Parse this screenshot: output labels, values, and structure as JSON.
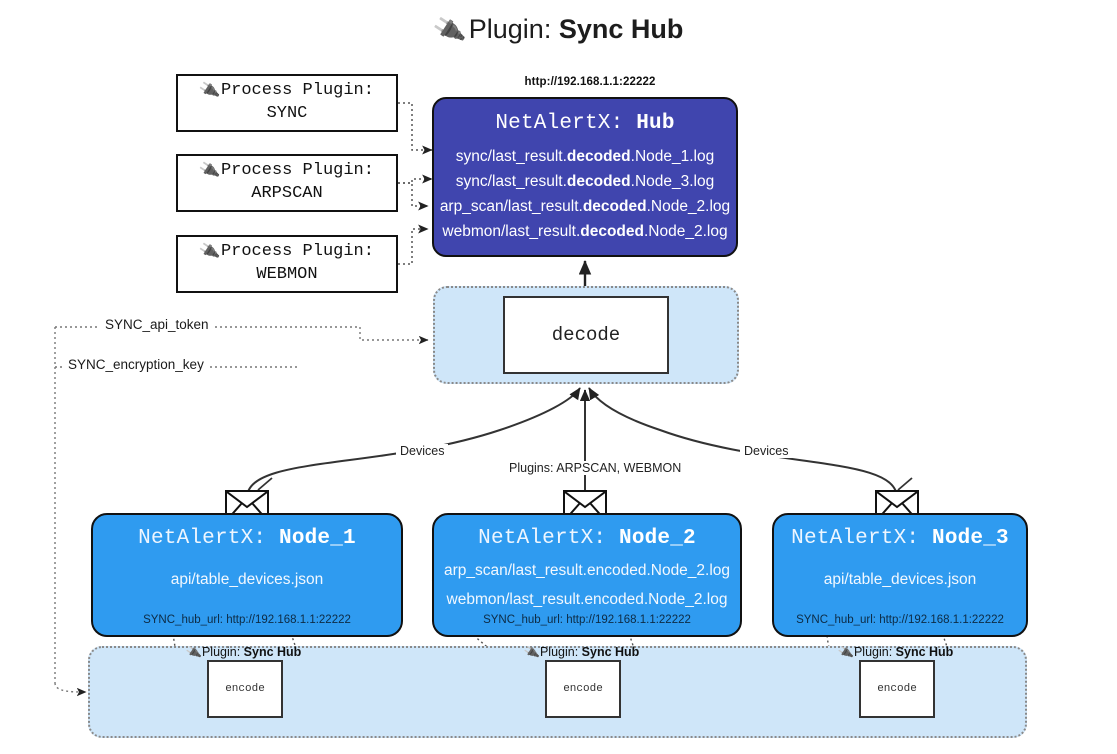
{
  "title": {
    "icon": "plug-icon",
    "prefix": "Plugin:",
    "name": "Sync Hub"
  },
  "process_plugins": [
    {
      "icon": "plug-icon",
      "heading": "Process Plugin:",
      "name": "SYNC"
    },
    {
      "icon": "plug-icon",
      "heading": "Process Plugin:",
      "name": "ARPSCAN"
    },
    {
      "icon": "plug-icon",
      "heading": "Process Plugin:",
      "name": "WEBMON"
    }
  ],
  "hub": {
    "url": "http://192.168.1.1:22222",
    "app": "NetAlertX:",
    "name": "Hub",
    "logs": [
      {
        "pre": "sync/last_result.",
        "mid": "decoded",
        "post": ".Node_1.log"
      },
      {
        "pre": "sync/last_result.",
        "mid": "decoded",
        "post": ".Node_3.log"
      },
      {
        "pre": "arp_scan/last_result.",
        "mid": "decoded",
        "post": ".Node_2.log"
      },
      {
        "pre": "webmon/last_result.",
        "mid": "decoded",
        "post": ".Node_2.log"
      }
    ]
  },
  "decode": {
    "label": "decode"
  },
  "edge_labels": {
    "devices_left": "Devices",
    "plugins_center": "Plugins: ARPSCAN, WEBMON",
    "devices_right": "Devices"
  },
  "keys": {
    "api_token": "SYNC_api_token",
    "encryption_key": "SYNC_encryption_key"
  },
  "nodes": [
    {
      "app": "NetAlertX:",
      "name": "Node_1",
      "lines": [
        "api/table_devices.json"
      ],
      "hub_url_label": "SYNC_hub_url:",
      "hub_url": "http://192.168.1.1:22222",
      "icon": "envelope-icon"
    },
    {
      "app": "NetAlertX:",
      "name": "Node_2",
      "lines": [
        "arp_scan/last_result.encoded.Node_2.log",
        "webmon/last_result.encoded.Node_2.log"
      ],
      "hub_url_label": "SYNC_hub_url:",
      "hub_url": "http://192.168.1.1:22222",
      "icon": "envelope-icon"
    },
    {
      "app": "NetAlertX:",
      "name": "Node_3",
      "lines": [
        "api/table_devices.json"
      ],
      "hub_url_label": "SYNC_hub_url:",
      "hub_url": "http://192.168.1.1:22222",
      "icon": "envelope-icon"
    }
  ],
  "encoders": [
    {
      "icon": "plug-icon",
      "prefix": "Plugin:",
      "name": "Sync Hub",
      "label": "encode"
    },
    {
      "icon": "plug-icon",
      "prefix": "Plugin:",
      "name": "Sync Hub",
      "label": "encode"
    },
    {
      "icon": "plug-icon",
      "prefix": "Plugin:",
      "name": "Sync Hub",
      "label": "encode"
    }
  ],
  "colors": {
    "hub_fill": "#4045ae",
    "node_fill": "#2f9bf0",
    "group_fill": "#cfe6f9",
    "stroke": "#111111",
    "dotted": "#8a8a8a"
  }
}
